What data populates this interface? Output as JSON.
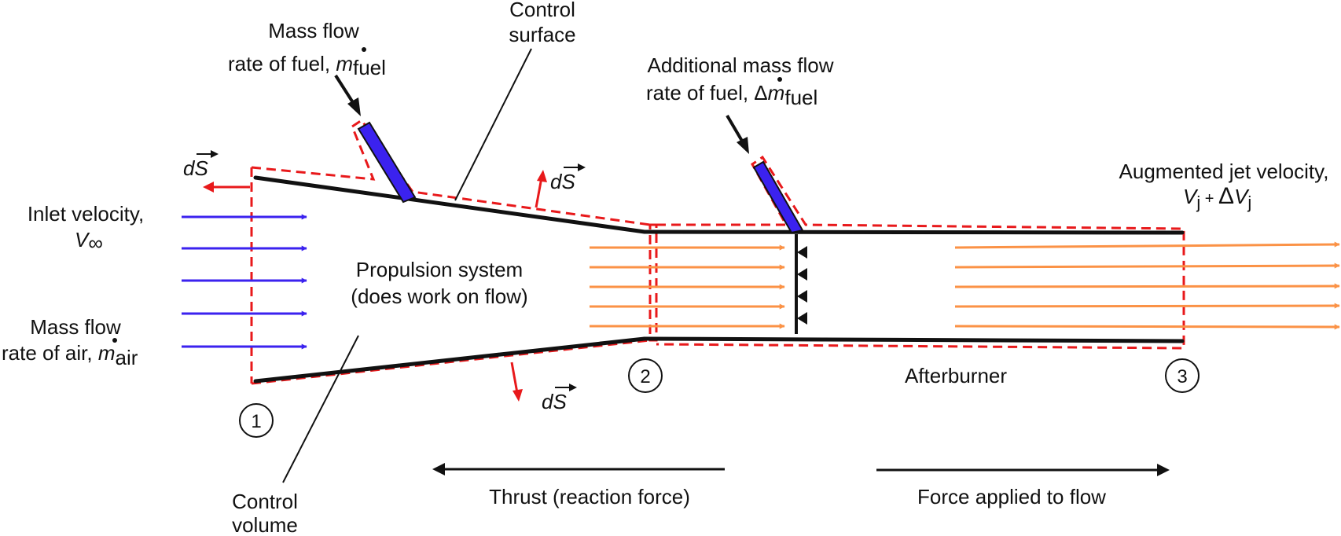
{
  "colors": {
    "control_surface": "#e8191b",
    "inlet_flow": "#3b22ef",
    "exhaust_flow": "#fb9246",
    "walls": "#111111",
    "fuel_injector": "#3b22ef"
  },
  "labels": {
    "control_surface": [
      "Control",
      "surface"
    ],
    "fuel_main": {
      "line1": "Mass flow",
      "line2": "rate of fuel, ",
      "symbol": "m",
      "sub": "fuel"
    },
    "fuel_additional": {
      "line1": "Additional mass flow",
      "line2": "rate of fuel, Δ",
      "symbol": "m",
      "sub": "fuel"
    },
    "inlet_velocity": {
      "line1": "Inlet velocity,",
      "symbol": "V",
      "sub": "∞"
    },
    "mass_flow_air": {
      "line1": "Mass flow",
      "line2": "rate of air, ",
      "symbol": "m",
      "sub": "air"
    },
    "jet_velocity": {
      "line1": "Augmented jet velocity,",
      "symbol": "V",
      "sub": "j",
      "plus": " + ",
      "delta": "Δ",
      "symbol2": "V",
      "sub2": "j"
    },
    "propulsion": [
      "Propulsion system",
      "(does work on flow)"
    ],
    "afterburner": "Afterburner",
    "control_volume": [
      "Control",
      "volume"
    ],
    "thrust": "Thrust (reaction force)",
    "force_applied": "Force applied to flow",
    "ds": "dS",
    "stations": [
      "1",
      "2",
      "3"
    ]
  },
  "icons": [
    "surface-normal-arrow-icon",
    "flameholder-icon",
    "fuel-injector-icon"
  ]
}
